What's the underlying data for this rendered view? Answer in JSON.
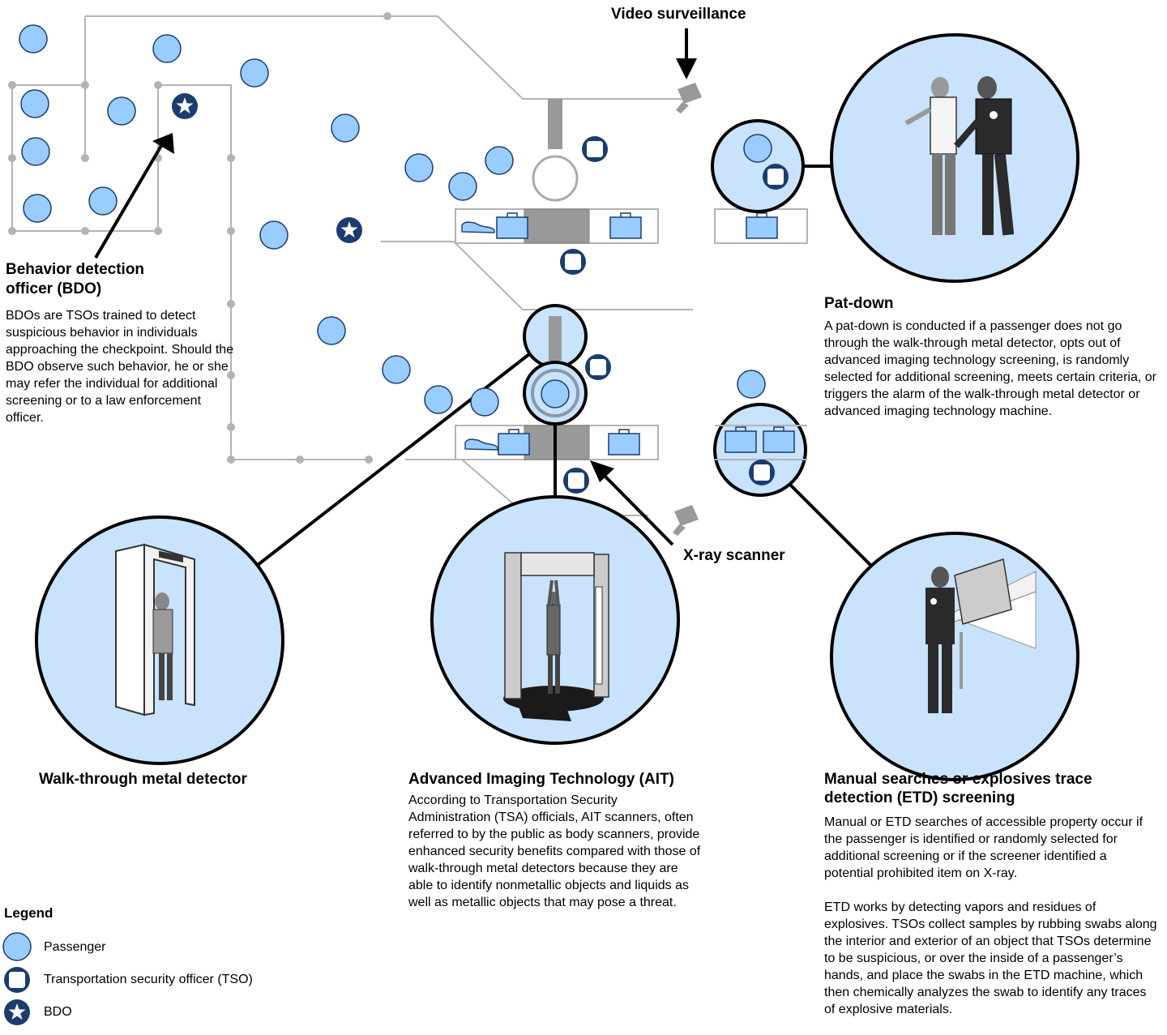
{
  "callouts": {
    "video_surveillance": "Video surveillance",
    "xray_scanner": "X-ray scanner"
  },
  "bdo_section": {
    "title_line1": "Behavior detection",
    "title_line2": "officer (BDO)",
    "body": "BDOs are TSOs trained to detect suspicious behavior in individuals approaching the checkpoint. Should the BDO observe such behavior, he or she may refer the individual for additional screening or to a law enforcement officer."
  },
  "patdown_section": {
    "title": "Pat-down",
    "body": "A pat-down is conducted if a passenger does not go through the walk-through metal detector, opts out of advanced imaging technology screening, is randomly selected for additional screening, meets certain criteria, or triggers the alarm of the walk-through metal detector or advanced imaging technology machine."
  },
  "metal_detector_section": {
    "title": "Walk-through metal detector"
  },
  "ait_section": {
    "title": "Advanced Imaging Technology (AIT)",
    "body": "According to Transportation Security Administration (TSA) officials, AIT scanners, often referred to by the public as body scanners, provide enhanced security benefits compared with those of walk-through metal detectors because they are able to identify nonmetallic objects and liquids as well as metallic objects that may pose a threat."
  },
  "etd_section": {
    "title_line1": "Manual searches or explosives trace",
    "title_line2": "detection (ETD) screening",
    "body1": "Manual or ETD searches of accessible property occur if the passenger is identified or randomly selected for additional screening or if the screener identified a potential prohibited item on X-ray.",
    "body2": "ETD works by detecting vapors and residues of explosives. TSOs collect samples by rubbing swabs along the interior and exterior of an object that TSOs determine to be suspicious, or over the inside of a passenger’s hands, and place the swabs in the ETD machine, which then chemically analyzes the swab to identify any traces of explosive materials."
  },
  "legend": {
    "title": "Legend",
    "items": [
      {
        "label": "Passenger",
        "icon": "passenger-icon"
      },
      {
        "label": "Transportation security officer (TSO)",
        "icon": "tso-icon"
      },
      {
        "label": "BDO",
        "icon": "bdo-star-icon"
      }
    ]
  },
  "colors": {
    "passenger_fill": "#99ccff",
    "passenger_stroke": "#1a3d6e",
    "tso_fill": "#ffffff",
    "tso_ring": "#1a3d6e",
    "bdo_fill": "#1a3d6e",
    "circle_fill": "#c8e3fb",
    "queue_line": "#b3b3b3",
    "equipment_gray": "#999999"
  }
}
